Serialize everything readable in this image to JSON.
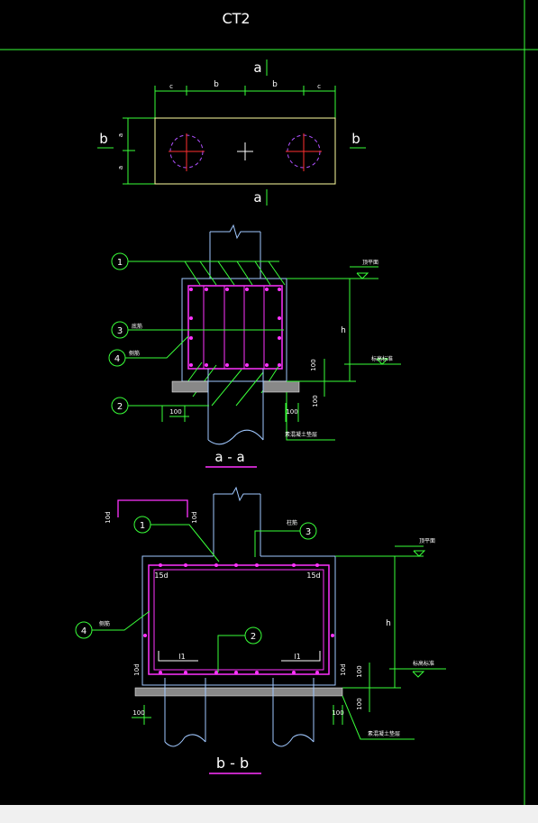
{
  "drawing_title": "CT2",
  "plan": {
    "section_mark": "a",
    "dim_b": "b",
    "dim_c": "c",
    "dim_a": "a"
  },
  "section_aa": {
    "label": "a - a",
    "callouts": [
      "1",
      "2",
      "3",
      "4"
    ],
    "text_3": "底筋",
    "text_4": "侧筋",
    "top_note": "顶平面",
    "level_note": "标高标准",
    "cushion_note": "素混凝土垫层",
    "dim_h": "h",
    "dim_100": "100"
  },
  "section_bb": {
    "label": "b - b",
    "callouts": [
      "1",
      "2",
      "3",
      "4"
    ],
    "text_3": "柱筋",
    "text_4": "侧筋",
    "top_note": "顶平面",
    "level_note": "标高标准",
    "cushion_note": "素混凝土垫层",
    "dim_h": "h",
    "dim_100": "100",
    "dim_10d": "10d",
    "dim_15d": "15d",
    "dim_l1": "l1"
  },
  "statusbar_text": "",
  "colors": {
    "background": "#000000",
    "frame": "#39ff39",
    "outline": "#ffffa0",
    "rebar": "#ff33ff",
    "pile": "#a0c8ff",
    "axis": "#ff3030",
    "text": "#ffffff"
  }
}
